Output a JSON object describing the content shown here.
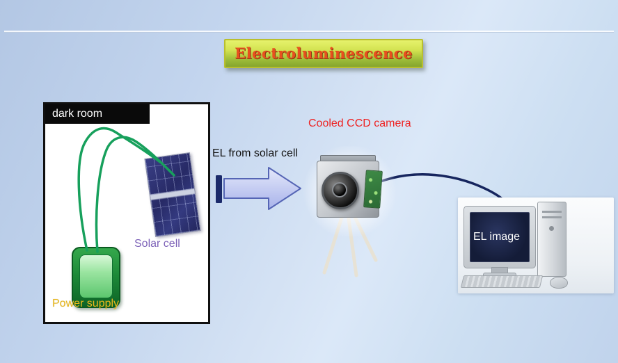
{
  "title": "Electroluminescence",
  "labels": {
    "dark_room": "dark room",
    "solar_cell": "Solar cell",
    "power_supply": "Power supply",
    "el_from_solar_cell": "EL from solar cell",
    "cooled_ccd_camera": "Cooled CCD camera",
    "el_image": "EL image"
  },
  "colors": {
    "title_text": "#e8501e",
    "title_banner_top": "#e6f26c",
    "title_banner_bottom": "#85a52d",
    "ccd_label": "#ee2222",
    "solar_cell_label": "#7d62b8",
    "power_supply_label": "#e8b81e",
    "wire_green": "#17a05c",
    "cable_navy": "#16255e",
    "arrow_fill_light": "#dfe3f8",
    "arrow_fill_dark": "#aab4ec",
    "arrow_stroke": "#5565b5"
  }
}
